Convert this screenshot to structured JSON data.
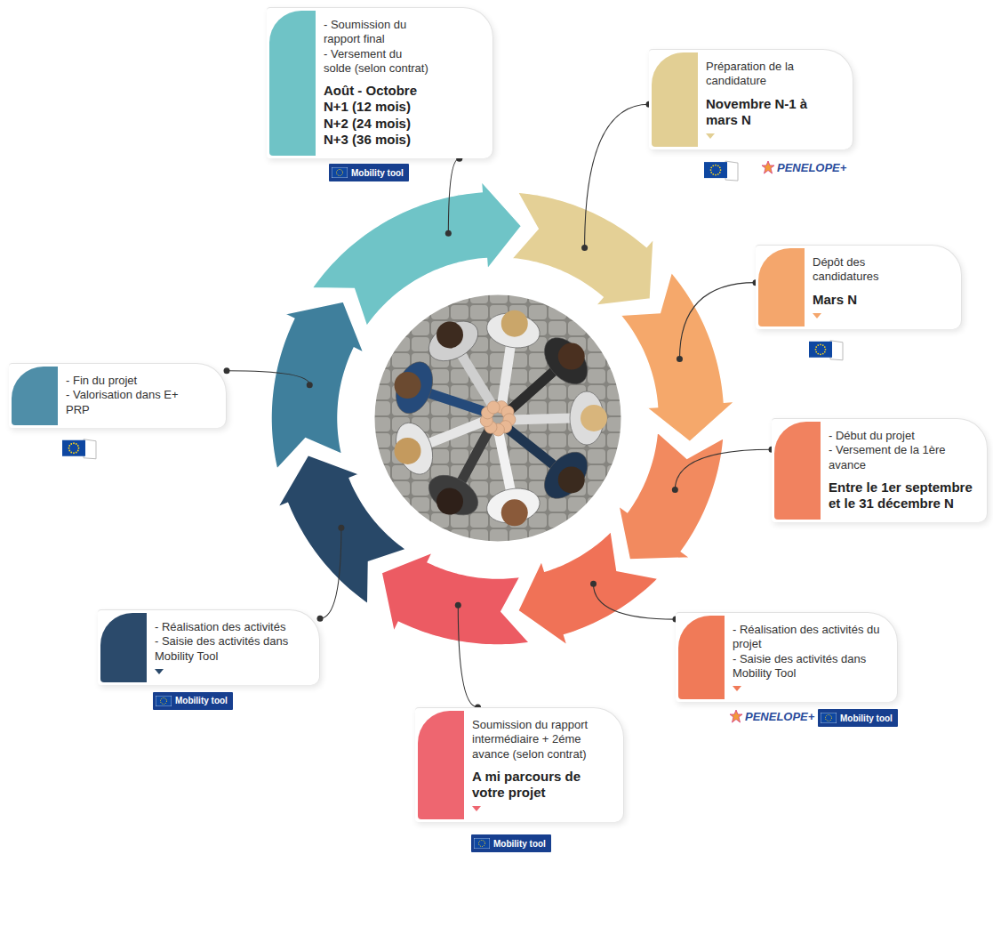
{
  "diagram": {
    "nodes": [
      {
        "text": [
          "- Soumission du rapport final",
          "- Versement du solde (selon contrat)",
          "Août - Octobre",
          "N+1 (12 mois)",
          "N+2 (24 mois)",
          "N+3 (36 mois)"
        ]
      },
      {
        "text": [
          "Préparation de la candidature",
          "Novembre N-1 à mars N"
        ]
      },
      {
        "text": [
          "Dépôt des candidatures",
          "Mars N"
        ]
      },
      {
        "text": [
          "- Début du projet",
          "- Versement de la 1ère avance",
          "Entre le 1er septembre et le 31 décembre N"
        ]
      },
      {
        "text": [
          "- Réalisation des activités du projet",
          "- Saisie des activités dans Mobility Tool"
        ]
      },
      {
        "text": [
          "Soumission du rapport intermédiaire + 2éme avance (selon contrat)",
          "A mi parcours de votre projet"
        ]
      },
      {
        "text": [
          "- Réalisation des activités",
          "- Saisie des activités dans Mobility Tool"
        ]
      },
      {
        "text": [
          "- Fin du projet",
          "- Valorisation dans E+ PRP"
        ]
      }
    ],
    "labels": [
      "Mobility tool",
      "PENELOPE+",
      "PENELOPE+",
      "Mobility tool",
      "Mobility tool",
      "Mobility tool"
    ]
  }
}
